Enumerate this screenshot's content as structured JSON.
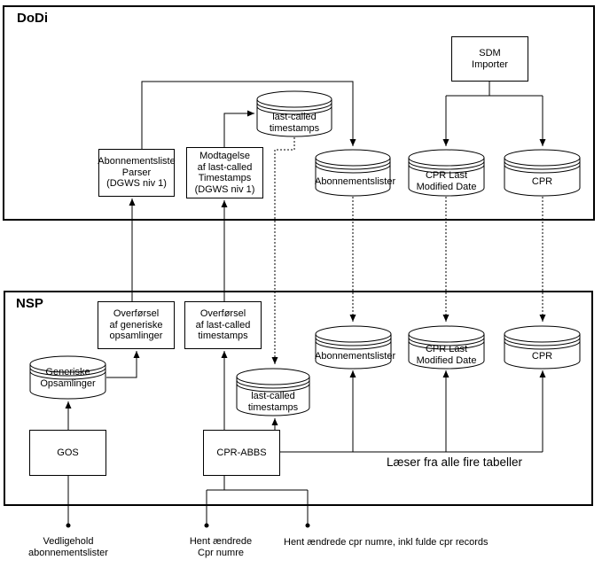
{
  "colors": {
    "line": "#000000",
    "background": "#ffffff",
    "text": "#000000"
  },
  "groups": {
    "dodi_label": "DoDi",
    "nsp_label": "NSP"
  },
  "dodi": {
    "parser": "Abonnementsliste\nParser\n(DGWS niv 1)",
    "modtagelse": "Modtagelse\naf last-called\nTimestamps\n(DGWS niv 1)",
    "sdm_importer": "SDM\nImporter",
    "cyl_last_called": "last-called\ntimestamps",
    "cyl_abonnementslister": "Abonnementslister",
    "cyl_cpr_last_modified": "CPR Last\nModified Date",
    "cyl_cpr": "CPR"
  },
  "nsp": {
    "overforsel_generiske": "Overførsel\naf generiske\nopsamlinger",
    "overforsel_last_called": "Overførsel\naf last-called\ntimestamps",
    "cyl_generiske_opsamlinger": "Generiske\nOpsamlinger",
    "cyl_last_called": "last-called\ntimestamps",
    "cyl_abonnementslister": "Abonnementslister",
    "cyl_cpr_last_modified": "CPR Last\nModified Date",
    "cyl_cpr": "CPR",
    "gos": "GOS",
    "cpr_abbs": "CPR-ABBS",
    "laeser_note": "Læser fra alle fire tabeller"
  },
  "footnotes": {
    "vedligehold": "Vedligehold\nabonnementslister",
    "hent_cpr_numre": "Hent ændrede\nCpr numre",
    "hent_fulde_records": "Hent ændrede cpr numre, inkl fulde cpr records"
  }
}
